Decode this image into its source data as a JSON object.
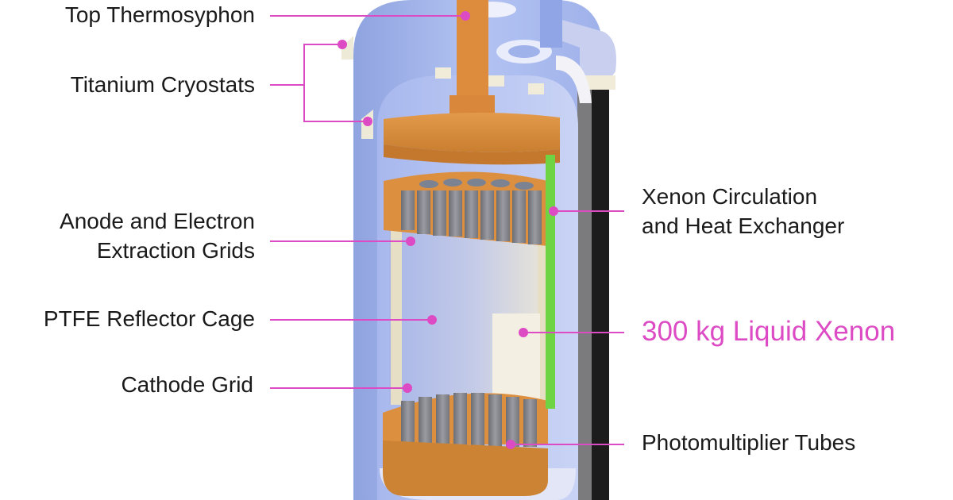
{
  "diagram": {
    "subject": "Liquid xenon detector cutaway",
    "accent_color": "#dd4bc4",
    "labels": {
      "top_thermosyphon": "Top Thermosyphon",
      "titanium_cryostats": "Titanium Cryostats",
      "anode_line1": "Anode and Electron",
      "anode_line2": "Extraction Grids",
      "ptfe": "PTFE Reflector Cage",
      "cathode": "Cathode Grid",
      "xenon_circ_line1": "Xenon Circulation",
      "xenon_circ_line2": "and Heat Exchanger",
      "liquid_xenon": "300 kg Liquid Xenon",
      "pmt": "Photomultiplier Tubes"
    }
  }
}
